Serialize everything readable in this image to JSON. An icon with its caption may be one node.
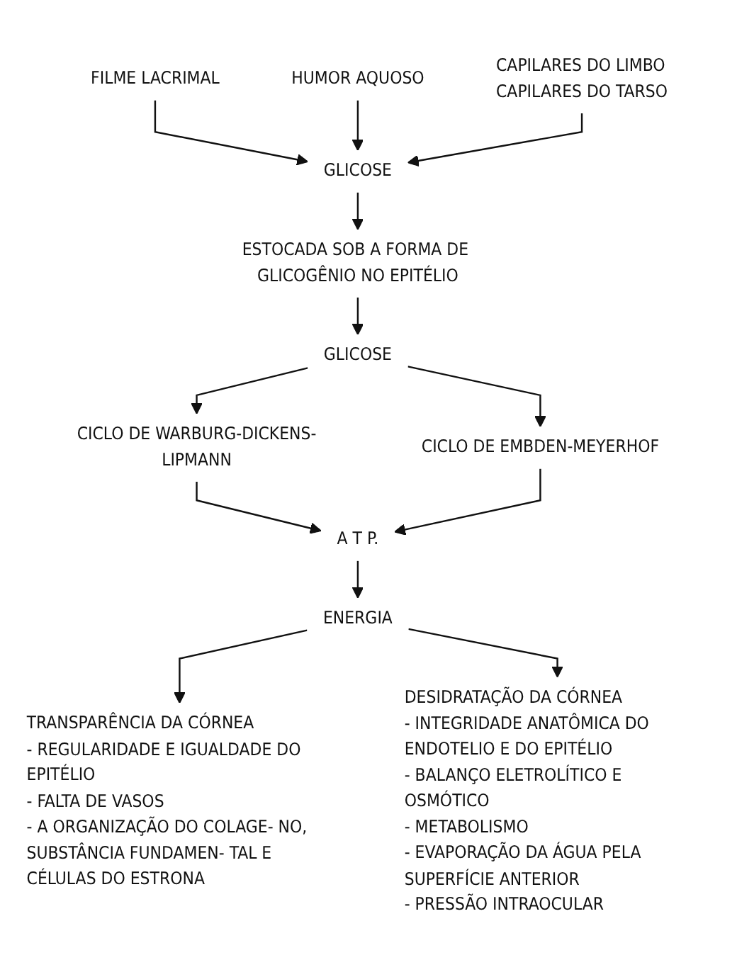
{
  "diagram": {
    "nodes": [
      {
        "text": [
          "FILME LACRIMAL"
        ]
      },
      {
        "text": [
          "HUMOR AQUOSO"
        ]
      },
      {
        "text": [
          "CAPILARES DO LIMBO",
          "CAPILARES DO TARSO"
        ]
      },
      {
        "text": [
          "GLICOSE"
        ]
      },
      {
        "text": [
          "ESTOCADA SOB A FORMA DE GLICOGÊNIO NO EPITÉLIO"
        ]
      },
      {
        "text": [
          "GLICOSE"
        ]
      },
      {
        "text": [
          "CICLO DE WARBURG-DICKENS-LIPMANN"
        ]
      },
      {
        "text": [
          "CICLO DE EMBDEN-MEYERHOF"
        ]
      },
      {
        "text": [
          "A T P."
        ]
      },
      {
        "text": [
          "ENERGIA"
        ]
      },
      {
        "text": [
          "TRANSPARÊNCIA DA CÓRNEA",
          "- REGULARIDADE E IGUALDADE DO EPITÉLIO",
          "- FALTA DE VASOS",
          "- A ORGANIZAÇÃO DO COLAGE- NO, SUBSTÂNCIA FUNDAMEN- TAL E CÉLULAS DO ESTRONA"
        ]
      },
      {
        "text": [
          "DESIDRATAÇÃO DA CÓRNEA",
          "- INTEGRIDADE ANATÔMICA DO ENDOTELIO E DO EPITÉLIO",
          "- BALANÇO ELETROLÍTICO E OSMÓTICO",
          "- METABOLISMO",
          "- EVAPORAÇÃO DA ÁGUA PELA SUPERFÍCIE ANTERIOR",
          "- PRESSÃO INTRAOCULAR"
        ]
      }
    ],
    "edges": [
      {
        "from": 0,
        "to": 3,
        "arrow": "to"
      },
      {
        "from": 1,
        "to": 3,
        "arrow": "to"
      },
      {
        "from": 2,
        "to": 3,
        "arrow": "to"
      },
      {
        "from": 3,
        "to": 4,
        "arrow": "to"
      },
      {
        "from": 4,
        "to": 5,
        "arrow": "to"
      },
      {
        "from": 5,
        "to": 6,
        "arrow": "to"
      },
      {
        "from": 5,
        "to": 7,
        "arrow": "to"
      },
      {
        "from": 6,
        "to": 8,
        "arrow": "to"
      },
      {
        "from": 7,
        "to": 8,
        "arrow": "to"
      },
      {
        "from": 8,
        "to": 9,
        "arrow": "to"
      },
      {
        "from": 9,
        "to": 10,
        "arrow": "to"
      },
      {
        "from": 9,
        "to": 11,
        "arrow": "to"
      }
    ]
  }
}
